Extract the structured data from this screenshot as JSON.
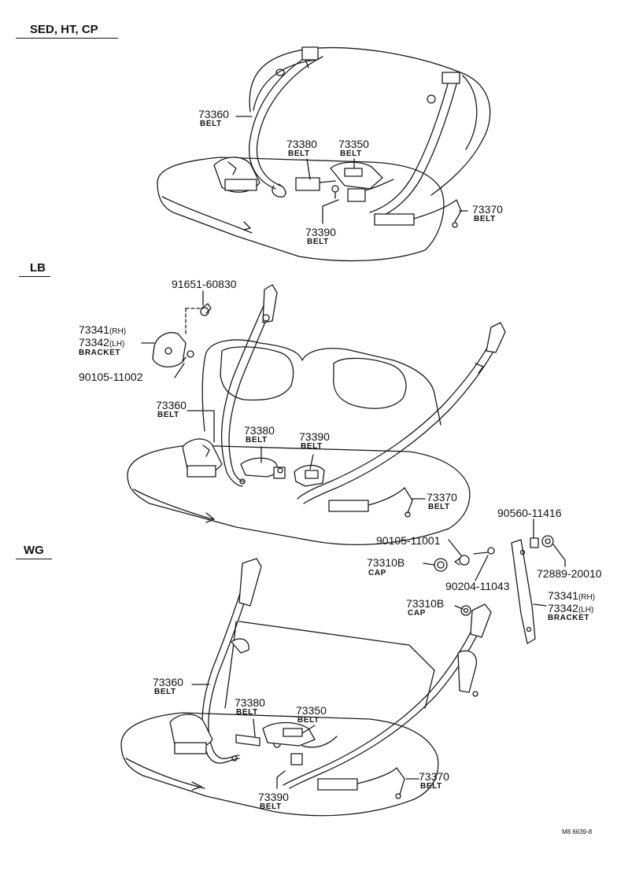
{
  "sections": [
    {
      "label": "SED, HT, CP"
    },
    {
      "label": "LB"
    },
    {
      "label": "WG"
    }
  ],
  "sed": {
    "belt_73360": {
      "num": "73360",
      "name": "BELT"
    },
    "belt_73380": {
      "num": "73380",
      "name": "BELT"
    },
    "belt_73350": {
      "num": "73350",
      "name": "BELT"
    },
    "belt_73370": {
      "num": "73370",
      "name": "BELT"
    },
    "belt_73390": {
      "num": "73390",
      "name": "BELT"
    }
  },
  "lb": {
    "bolt_91651": {
      "num": "91651-60830"
    },
    "bracket": {
      "num_rh": "73341",
      "rh": "(RH)",
      "num_lh": "73342",
      "lh": "(LH)",
      "name": "BRACKET"
    },
    "bolt_90105_11002": {
      "num": "90105-11002"
    },
    "belt_73360": {
      "num": "73360",
      "name": "BELT"
    },
    "belt_73380": {
      "num": "73380",
      "name": "BELT"
    },
    "belt_73390": {
      "num": "73390",
      "name": "BELT"
    },
    "belt_73370": {
      "num": "73370",
      "name": "BELT"
    }
  },
  "hw": {
    "p_90560": {
      "num": "90560-11416"
    },
    "p_90105_11001": {
      "num": "90105-11001"
    },
    "p_72889": {
      "num": "72889-20010"
    },
    "cap_1": {
      "num": "73310B",
      "name": "CAP"
    },
    "p_90204": {
      "num": "90204-11043"
    },
    "cap_2": {
      "num": "73310B",
      "name": "CAP"
    },
    "bracket": {
      "num_rh": "73341",
      "rh": "(RH)",
      "num_lh": "73342",
      "lh": "(LH)",
      "name": "BRACKET"
    }
  },
  "wg": {
    "belt_73360": {
      "num": "73360",
      "name": "BELT"
    },
    "belt_73380": {
      "num": "73380",
      "name": "BELT"
    },
    "belt_73350": {
      "num": "73350",
      "name": "BELT"
    },
    "belt_73370": {
      "num": "73370",
      "name": "BELT"
    },
    "belt_73390": {
      "num": "73390",
      "name": "BELT"
    }
  },
  "drawing_code": "M8 6639-8"
}
